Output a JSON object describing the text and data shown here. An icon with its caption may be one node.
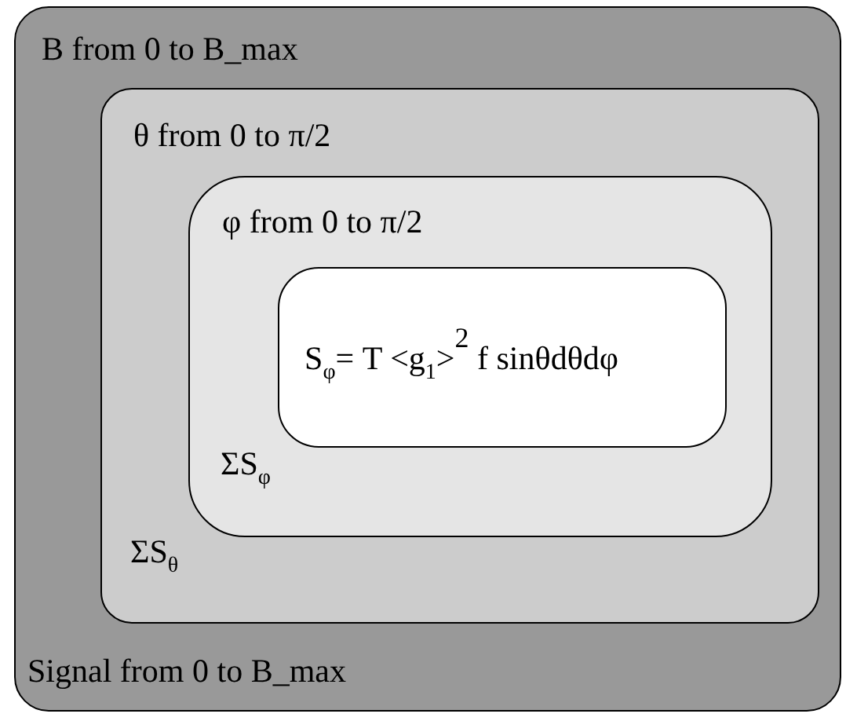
{
  "diagram": {
    "nodes": [
      {
        "text": [
          "B from 0 to B_max",
          "Signal from 0 to B_max"
        ]
      },
      {
        "text": [
          "θ from 0 to π/2",
          "ΣS$_{θ}$"
        ],
        "in": 0
      },
      {
        "text": [
          "φ from 0 to π/2",
          "ΣS$_{φ}$"
        ],
        "in": 1
      },
      {
        "text": [
          "S$_{φ}$= T <g$_{1}$>$^{2}$ f sinθdθdφ"
        ],
        "in": 2
      }
    ]
  }
}
